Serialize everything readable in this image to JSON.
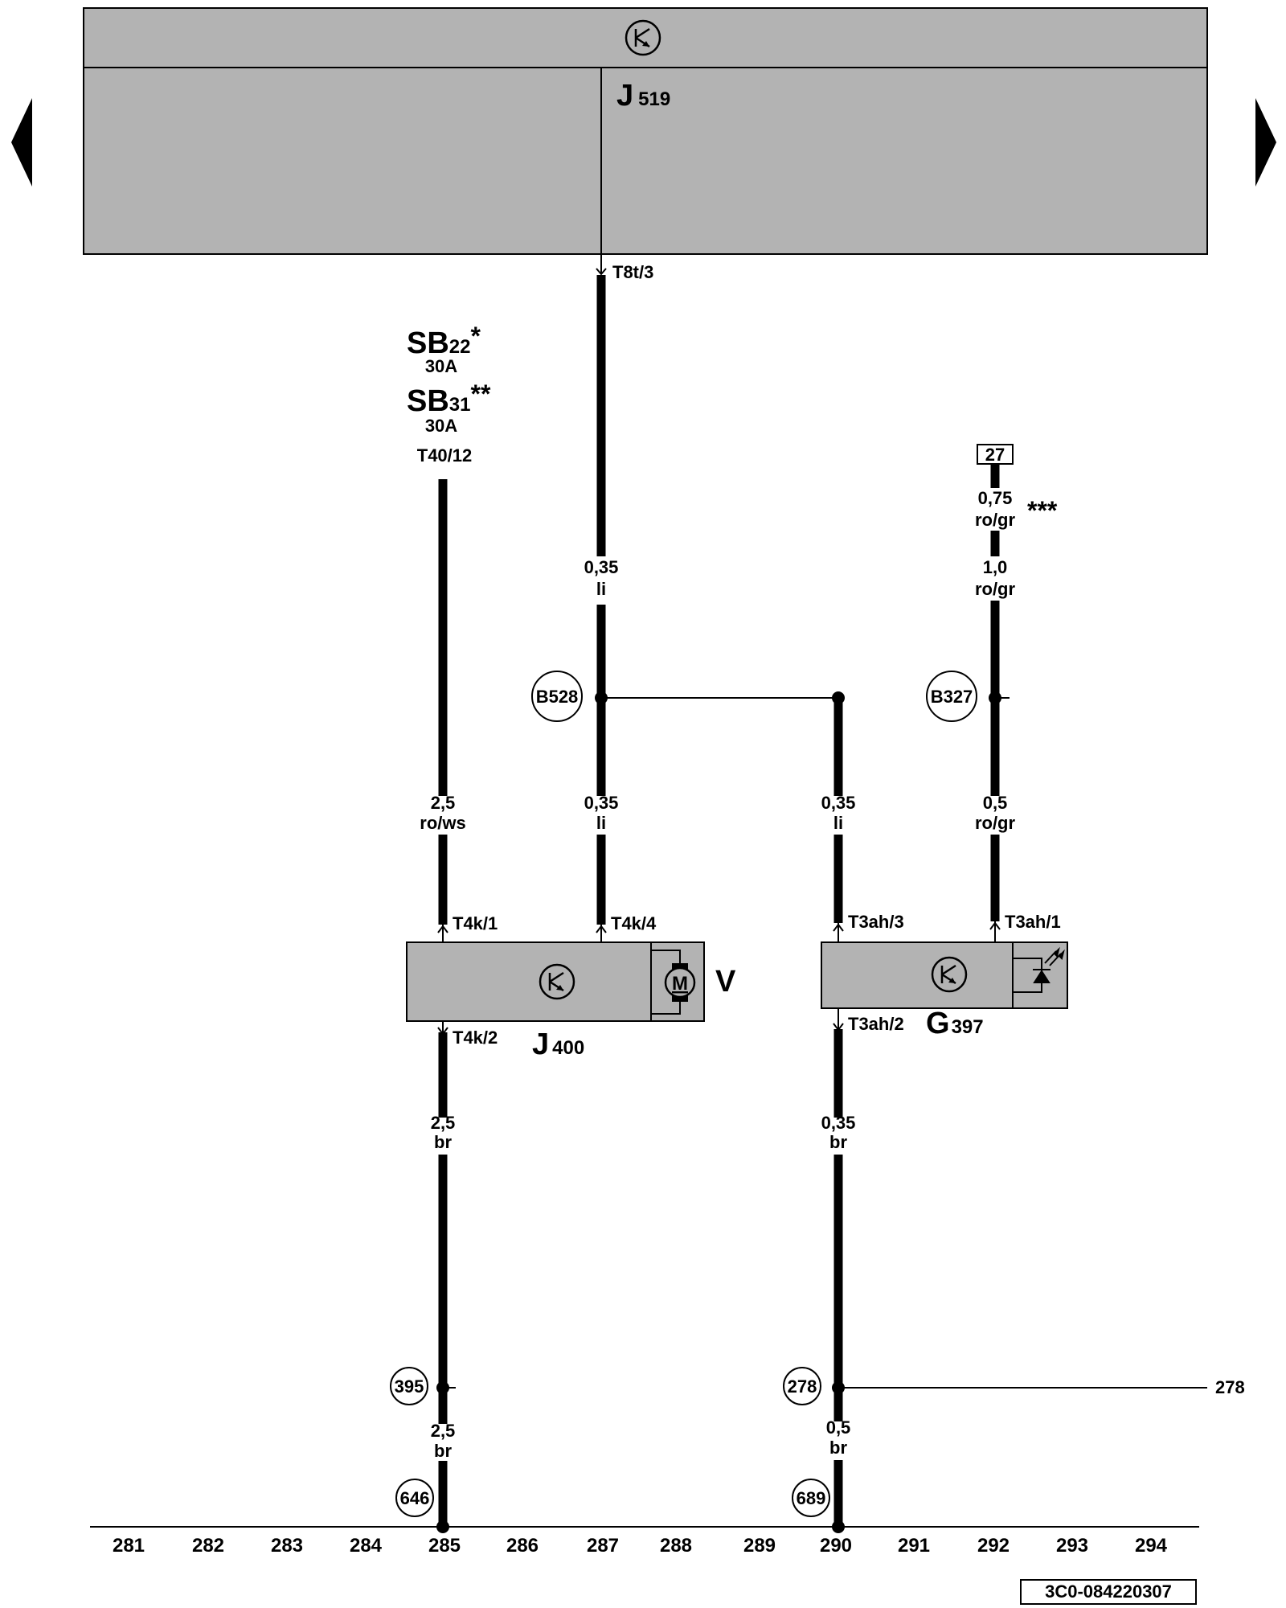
{
  "control_unit": {
    "name": "J",
    "sub": "519",
    "connector": "T8t/3"
  },
  "fuse": {
    "line1_main": "SB",
    "line1_sub": "22",
    "line1_mark": "*",
    "line1_rating": "30A",
    "line2_main": "SB",
    "line2_sub": "31",
    "line2_mark": "**",
    "line2_rating": "30A",
    "connector": "T40/12"
  },
  "wires": {
    "fuse_top": {
      "size": "2,5",
      "color": "ro/ws"
    },
    "bus_top": {
      "size": "0,35",
      "color": "li"
    },
    "bus_left_low": {
      "size": "0,35",
      "color": "li"
    },
    "bus_right_low": {
      "size": "0,35",
      "color": "li"
    },
    "feed_upper": {
      "size": "0,75",
      "color": "ro/gr"
    },
    "feed_mid": {
      "size": "1,0",
      "color": "ro/gr"
    },
    "feed_low": {
      "size": "0,5",
      "color": "ro/gr"
    },
    "ground_left_upper": {
      "size": "2,5",
      "color": "br"
    },
    "ground_left_lower": {
      "size": "2,5",
      "color": "br"
    },
    "ground_right_upper": {
      "size": "0,35",
      "color": "br"
    },
    "ground_right_lower": {
      "size": "0,5",
      "color": "br"
    }
  },
  "feed_ref": "27",
  "feed_mark": "***",
  "connectors": {
    "j400_pin1": "T4k/1",
    "j400_pin4": "T4k/4",
    "j400_pin2": "T4k/2",
    "g397_pin3": "T3ah/3",
    "g397_pin1": "T3ah/1",
    "g397_pin2": "T3ah/2"
  },
  "components": {
    "j400": {
      "name": "J",
      "sub": "400"
    },
    "motor": {
      "name": "V",
      "symbol": "M"
    },
    "g397": {
      "name": "G",
      "sub": "397"
    }
  },
  "junctions": {
    "b528": "B528",
    "b327": "B327",
    "j395": "395",
    "j278": "278",
    "j646": "646",
    "j689": "689"
  },
  "continuation_ref": "278",
  "columns": [
    "281",
    "282",
    "283",
    "284",
    "285",
    "286",
    "287",
    "288",
    "289",
    "290",
    "291",
    "292",
    "293",
    "294"
  ],
  "diagram_id": "3C0-084220307",
  "navigation": {
    "prev": "previous-page",
    "next": "next-page"
  }
}
